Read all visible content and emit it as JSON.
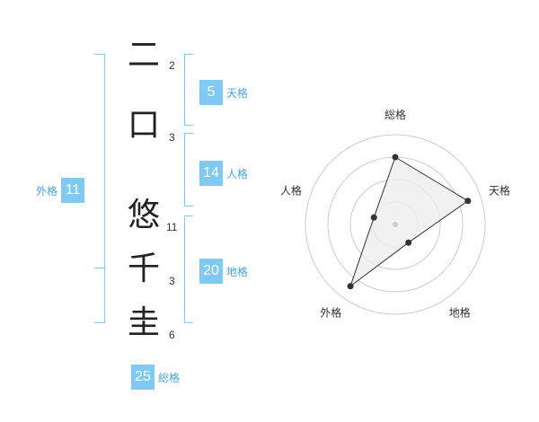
{
  "name_chars": [
    {
      "char": "二",
      "strokes": "2"
    },
    {
      "char": "口",
      "strokes": "3"
    },
    {
      "char": "悠",
      "strokes": "11"
    },
    {
      "char": "千",
      "strokes": "3"
    },
    {
      "char": "圭",
      "strokes": "6"
    }
  ],
  "fortunes": {
    "tenkaku": {
      "value": "5",
      "label": "天格"
    },
    "jinkaku": {
      "value": "14",
      "label": "人格"
    },
    "chikaku": {
      "value": "20",
      "label": "地格"
    },
    "gaikaku": {
      "value": "11",
      "label": "外格"
    },
    "soukaku": {
      "value": "25",
      "label": "総格"
    }
  },
  "chart_data": {
    "type": "radar",
    "axes": [
      "総格",
      "天格",
      "地格",
      "外格",
      "人格"
    ],
    "values": [
      0.75,
      0.85,
      0.25,
      0.85,
      0.25
    ],
    "rings": 4,
    "colors": {
      "line": "#333333",
      "fill": "#eeeeee",
      "grid": "#cccccc",
      "center": "#cccccc"
    }
  },
  "colors": {
    "accent": "#7fc9f2",
    "label": "#4aa5d9"
  }
}
